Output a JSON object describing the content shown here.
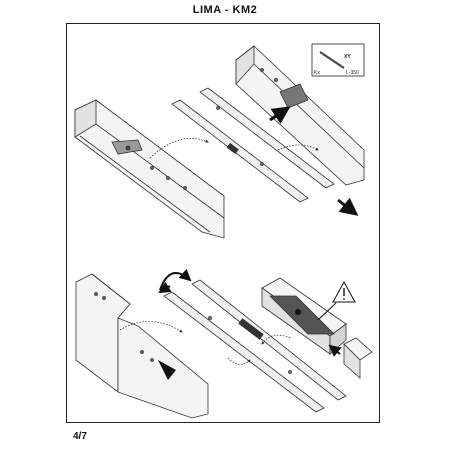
{
  "header": {
    "title": "LIMA - KM2"
  },
  "inset": {
    "code": "XY",
    "left_label": "Kx",
    "right_label": "L-350"
  },
  "footer": {
    "page": "4/7"
  }
}
